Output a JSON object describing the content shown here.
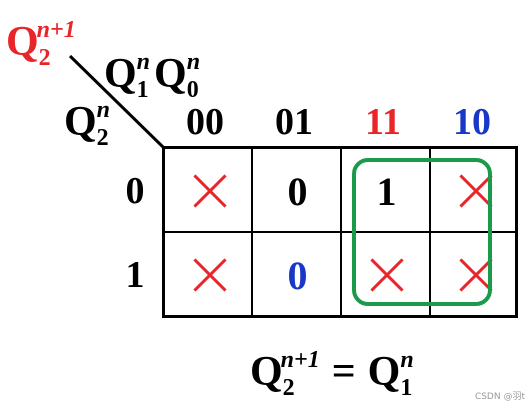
{
  "output_var": {
    "base": "Q",
    "sub": "2",
    "sup": "n+1"
  },
  "col_vars": {
    "a_base": "Q",
    "a_sub": "1",
    "a_sup": "n",
    "b_base": "Q",
    "b_sub": "0",
    "b_sup": "n"
  },
  "row_var": {
    "base": "Q",
    "sub": "2",
    "sup": "n"
  },
  "columns": [
    "00",
    "01",
    "11",
    "10"
  ],
  "rows": [
    "0",
    "1"
  ],
  "cells": [
    [
      "×",
      "0",
      "1",
      "×"
    ],
    [
      "×",
      "0",
      "×",
      "×"
    ]
  ],
  "grouping": "cells 11 and 10, rows 0 and 1",
  "equation": {
    "lhs_base": "Q",
    "lhs_sub": "2",
    "lhs_sup": "n+1",
    "eq": "=",
    "rhs_base": "Q",
    "rhs_sub": "1",
    "rhs_sup": "n"
  },
  "watermark": "CSDN @羽t",
  "colors": {
    "red": "#e8262a",
    "blue": "#1a38c8",
    "green": "#1a9a4a",
    "black": "#000000"
  }
}
